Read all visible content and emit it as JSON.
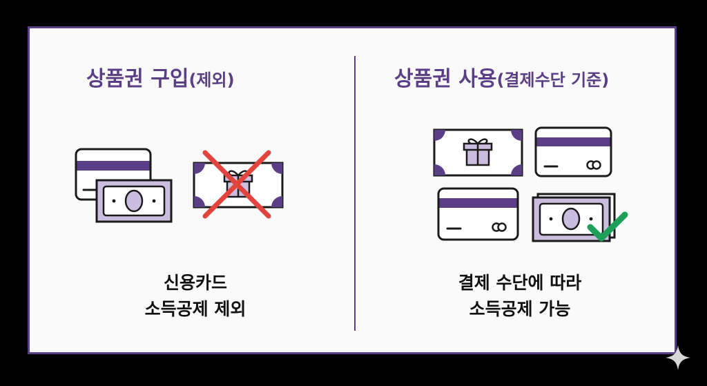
{
  "left": {
    "title_main": "상품권 구입",
    "title_paren": "(제외)",
    "caption_line1": "신용카드",
    "caption_line2": "소득공제 제외"
  },
  "right": {
    "title_main": "상품권 사용",
    "title_paren": "(결제수단 기준)",
    "caption_line1": "결제 수단에 따라",
    "caption_line2": "소득공제 가능"
  },
  "colors": {
    "accent_purple": "#5b3f86",
    "light_purple": "#cbbde0",
    "cross_red": "#e0443c",
    "check_green": "#1fa05a"
  },
  "icons": [
    "credit-card-icon",
    "cash-bill-icon",
    "gift-voucher-icon",
    "cross-mark-icon",
    "check-mark-icon",
    "sparkle-icon"
  ]
}
